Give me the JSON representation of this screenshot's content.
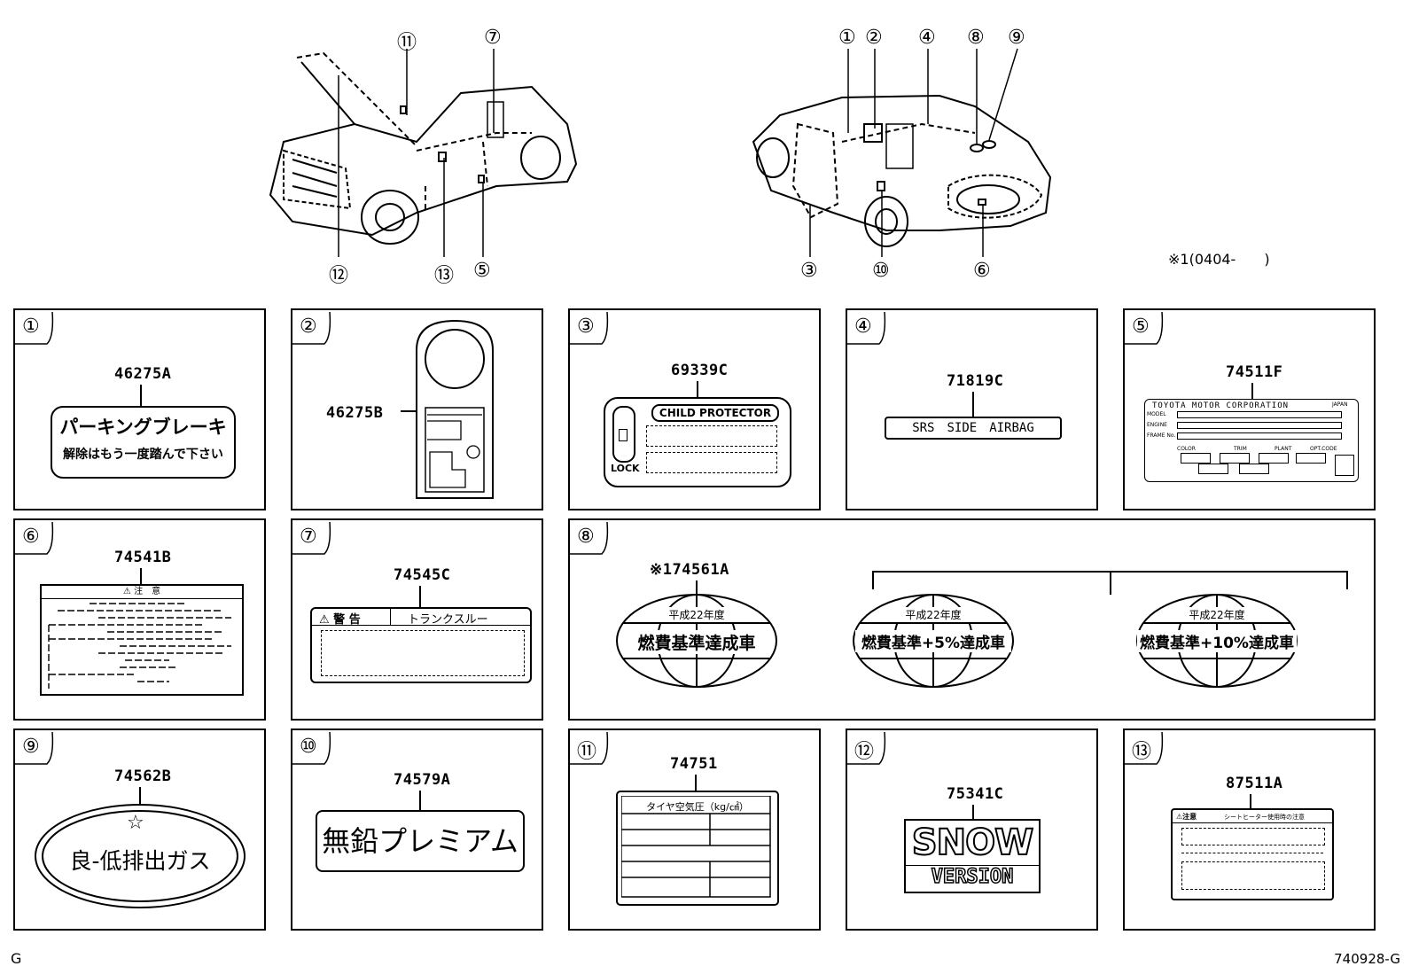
{
  "footer": {
    "left_code": "G",
    "right_code": "740928-G"
  },
  "note": "※1(0404-  )",
  "car_callouts": {
    "front_car": [
      "⑪",
      "⑦",
      "⑫",
      "⑬",
      "⑤"
    ],
    "rear_car": [
      "①",
      "②",
      "④",
      "⑧",
      "⑨",
      "③",
      "⑩",
      "⑥"
    ]
  },
  "labels": [
    {
      "num": "①",
      "part": "46275A",
      "lines": [
        "パーキングブレーキ",
        "解除はもう一度踏んで下さい"
      ]
    },
    {
      "num": "②",
      "part": "46275B"
    },
    {
      "num": "③",
      "part": "69339C",
      "lines": [
        "CHILD PROTECTOR",
        "LOCK"
      ]
    },
    {
      "num": "④",
      "part": "71819C",
      "lines": [
        "SRS　SIDE　AIRBAG"
      ]
    },
    {
      "num": "⑤",
      "part": "74511F",
      "lines": [
        "TOYOTA MOTOR CORPORATION",
        "MODEL",
        "ENGINE",
        "FRAME No.",
        "COLOR",
        "TRIM",
        "PLANT",
        "OPT.CODE",
        "JAPAN"
      ]
    },
    {
      "num": "⑥",
      "part": "74541B",
      "lines": [
        "⚠ 注　意"
      ]
    },
    {
      "num": "⑦",
      "part": "74545C",
      "lines": [
        "⚠ 警 告",
        "トランクスルー"
      ]
    },
    {
      "num": "⑧",
      "part": "※174561A",
      "lines": [
        "平成22年度",
        "燃費基準達成車",
        "燃費基準+5%達成車",
        "燃費基準+10%達成車"
      ]
    },
    {
      "num": "⑨",
      "part": "74562B",
      "lines": [
        "☆",
        "良-低排出ガス"
      ]
    },
    {
      "num": "⑩",
      "part": "74579A",
      "lines": [
        "無鉛プレミアム"
      ]
    },
    {
      "num": "⑪",
      "part": "74751",
      "lines": [
        "タイヤ空気圧（kg/㎠）"
      ]
    },
    {
      "num": "⑫",
      "part": "75341C",
      "lines": [
        "SNOW",
        "VERSION"
      ]
    },
    {
      "num": "⑬",
      "part": "87511A",
      "lines": [
        "⚠注意",
        "シートヒーター使用時の注意"
      ]
    }
  ]
}
